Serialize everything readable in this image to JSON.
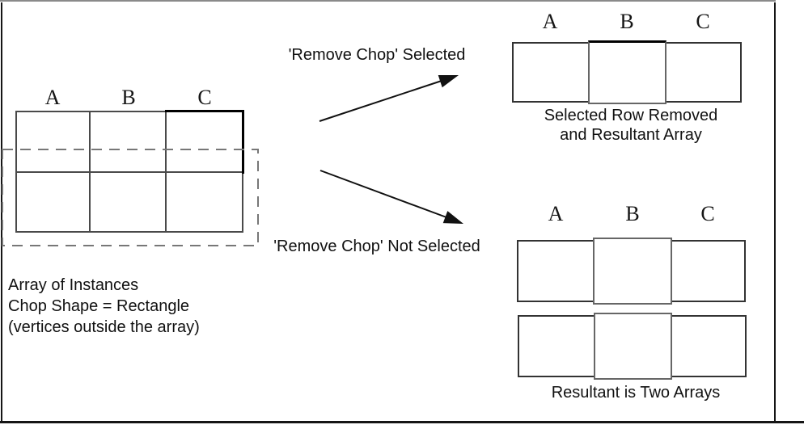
{
  "figure": {
    "source_array": {
      "column_labels": [
        "A",
        "B",
        "C"
      ],
      "caption_lines": [
        "Array of Instances",
        "Chop Shape = Rectangle",
        "(vertices outside the array)"
      ]
    },
    "selected_branch": {
      "arrow_label": "'Remove Chop' Selected",
      "column_labels": [
        "A",
        "B",
        "C"
      ],
      "caption_lines": [
        "Selected Row Removed",
        "and Resultant Array"
      ]
    },
    "not_selected_branch": {
      "arrow_label": "'Remove Chop' Not Selected",
      "column_labels": [
        "A",
        "B",
        "C"
      ],
      "caption": "Resultant is Two Arrays"
    },
    "colors": {
      "background": "#ffffff",
      "grid_line": "#4a4a4a",
      "accent_line": "#000000",
      "chop_dash_line": "#777777",
      "frame_line": "#151515",
      "text": "#111111"
    }
  }
}
